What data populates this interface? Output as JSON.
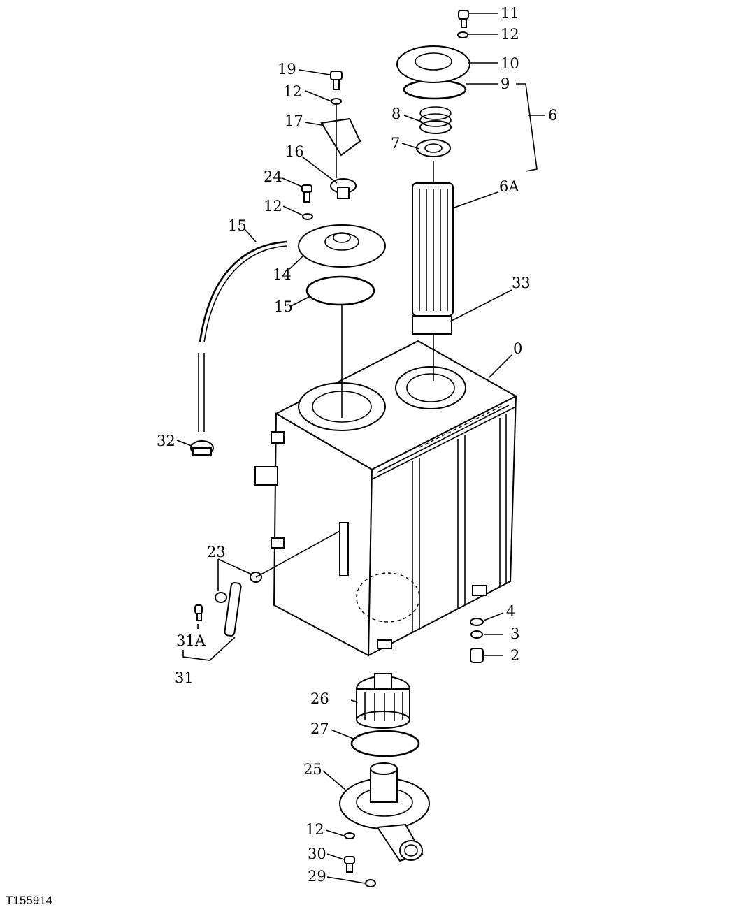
{
  "figure_id": "T155914",
  "callouts": {
    "c11": "11",
    "c12a": "12",
    "c10": "10",
    "c9": "9",
    "c6": "6",
    "c8": "8",
    "c7": "7",
    "c6a": "6A",
    "c33": "33",
    "c0": "0",
    "c19": "19",
    "c12b": "12",
    "c17": "17",
    "c16": "16",
    "c24": "24",
    "c12c": "12",
    "c15a": "15",
    "c14": "14",
    "c15b": "15",
    "c32": "32",
    "c23": "23",
    "c31a": "31A",
    "c31": "31",
    "c4": "4",
    "c3": "3",
    "c2": "2",
    "c26": "26",
    "c27": "27",
    "c25": "25",
    "c12d": "12",
    "c30": "30",
    "c29": "29"
  }
}
